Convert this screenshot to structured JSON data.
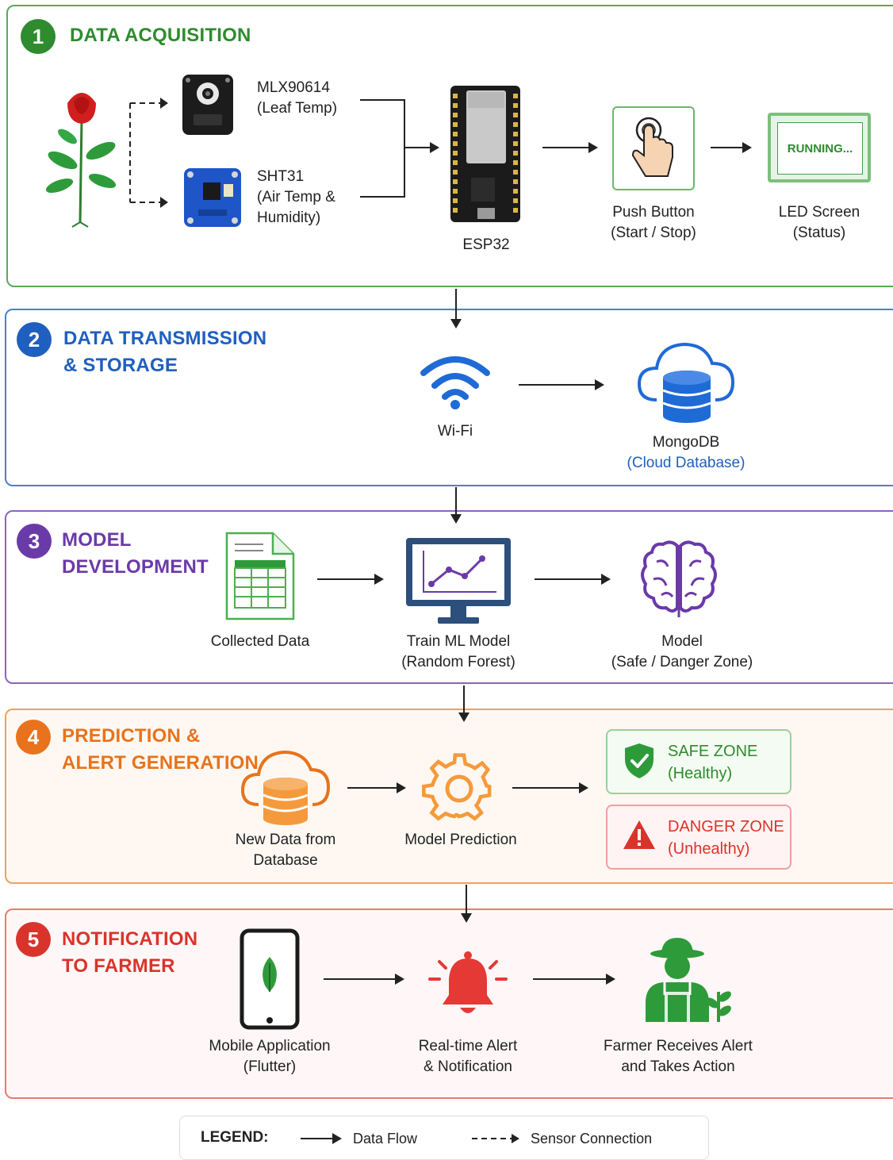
{
  "colors": {
    "green": "#2e8b2e",
    "blue": "#1f5fbf",
    "purple": "#6a3aa8",
    "orange": "#e8731c",
    "red": "#d9342b",
    "panel1_bg": "#ffffff",
    "panel2_bg": "#ffffff",
    "panel3_bg": "#ffffff",
    "panel4_bg": "#fff8f2",
    "panel5_bg": "#fff7f7"
  },
  "sections": [
    {
      "number": "1",
      "title_line1": "DATA ACQUISITION",
      "title_line2": ""
    },
    {
      "number": "2",
      "title_line1": "DATA TRANSMISSION",
      "title_line2": "& STORAGE"
    },
    {
      "number": "3",
      "title_line1": "MODEL",
      "title_line2": "DEVELOPMENT"
    },
    {
      "number": "4",
      "title_line1": "PREDICTION &",
      "title_line2": "ALERT GENERATION"
    },
    {
      "number": "5",
      "title_line1": "NOTIFICATION",
      "title_line2": "TO FARMER"
    }
  ],
  "acquisition": {
    "mlx_line1": "MLX90614",
    "mlx_line2": "(Leaf Temp)",
    "sht_line1": "SHT31",
    "sht_line2": "(Air Temp &",
    "sht_line3": "Humidity)",
    "esp_label": "ESP32",
    "button_line1": "Push Button",
    "button_line2": "(Start / Stop)",
    "led_text": "RUNNING...",
    "led_line1": "LED Screen",
    "led_line2": "(Status)"
  },
  "transmission": {
    "wifi_label": "Wi-Fi",
    "db_line1": "MongoDB",
    "db_line2": "(Cloud Database)"
  },
  "model": {
    "data_label": "Collected Data",
    "train_line1": "Train ML Model",
    "train_line2": "(Random Forest)",
    "model_line1": "Model",
    "model_line2": "(Safe / Danger Zone)"
  },
  "prediction": {
    "newdata_line1": "New Data from",
    "newdata_line2": "Database",
    "predict_label": "Model Prediction",
    "safe_line1": "SAFE ZONE",
    "safe_line2": "(Healthy)",
    "danger_line1": "DANGER ZONE",
    "danger_line2": "(Unhealthy)"
  },
  "notification": {
    "app_line1": "Mobile Application",
    "app_line2": "(Flutter)",
    "alert_line1": "Real-time Alert",
    "alert_line2": "& Notification",
    "farmer_line1": "Farmer Receives Alert",
    "farmer_line2": "and Takes Action"
  },
  "legend": {
    "title": "LEGEND:",
    "data_flow": "Data Flow",
    "sensor_connection": "Sensor Connection"
  }
}
